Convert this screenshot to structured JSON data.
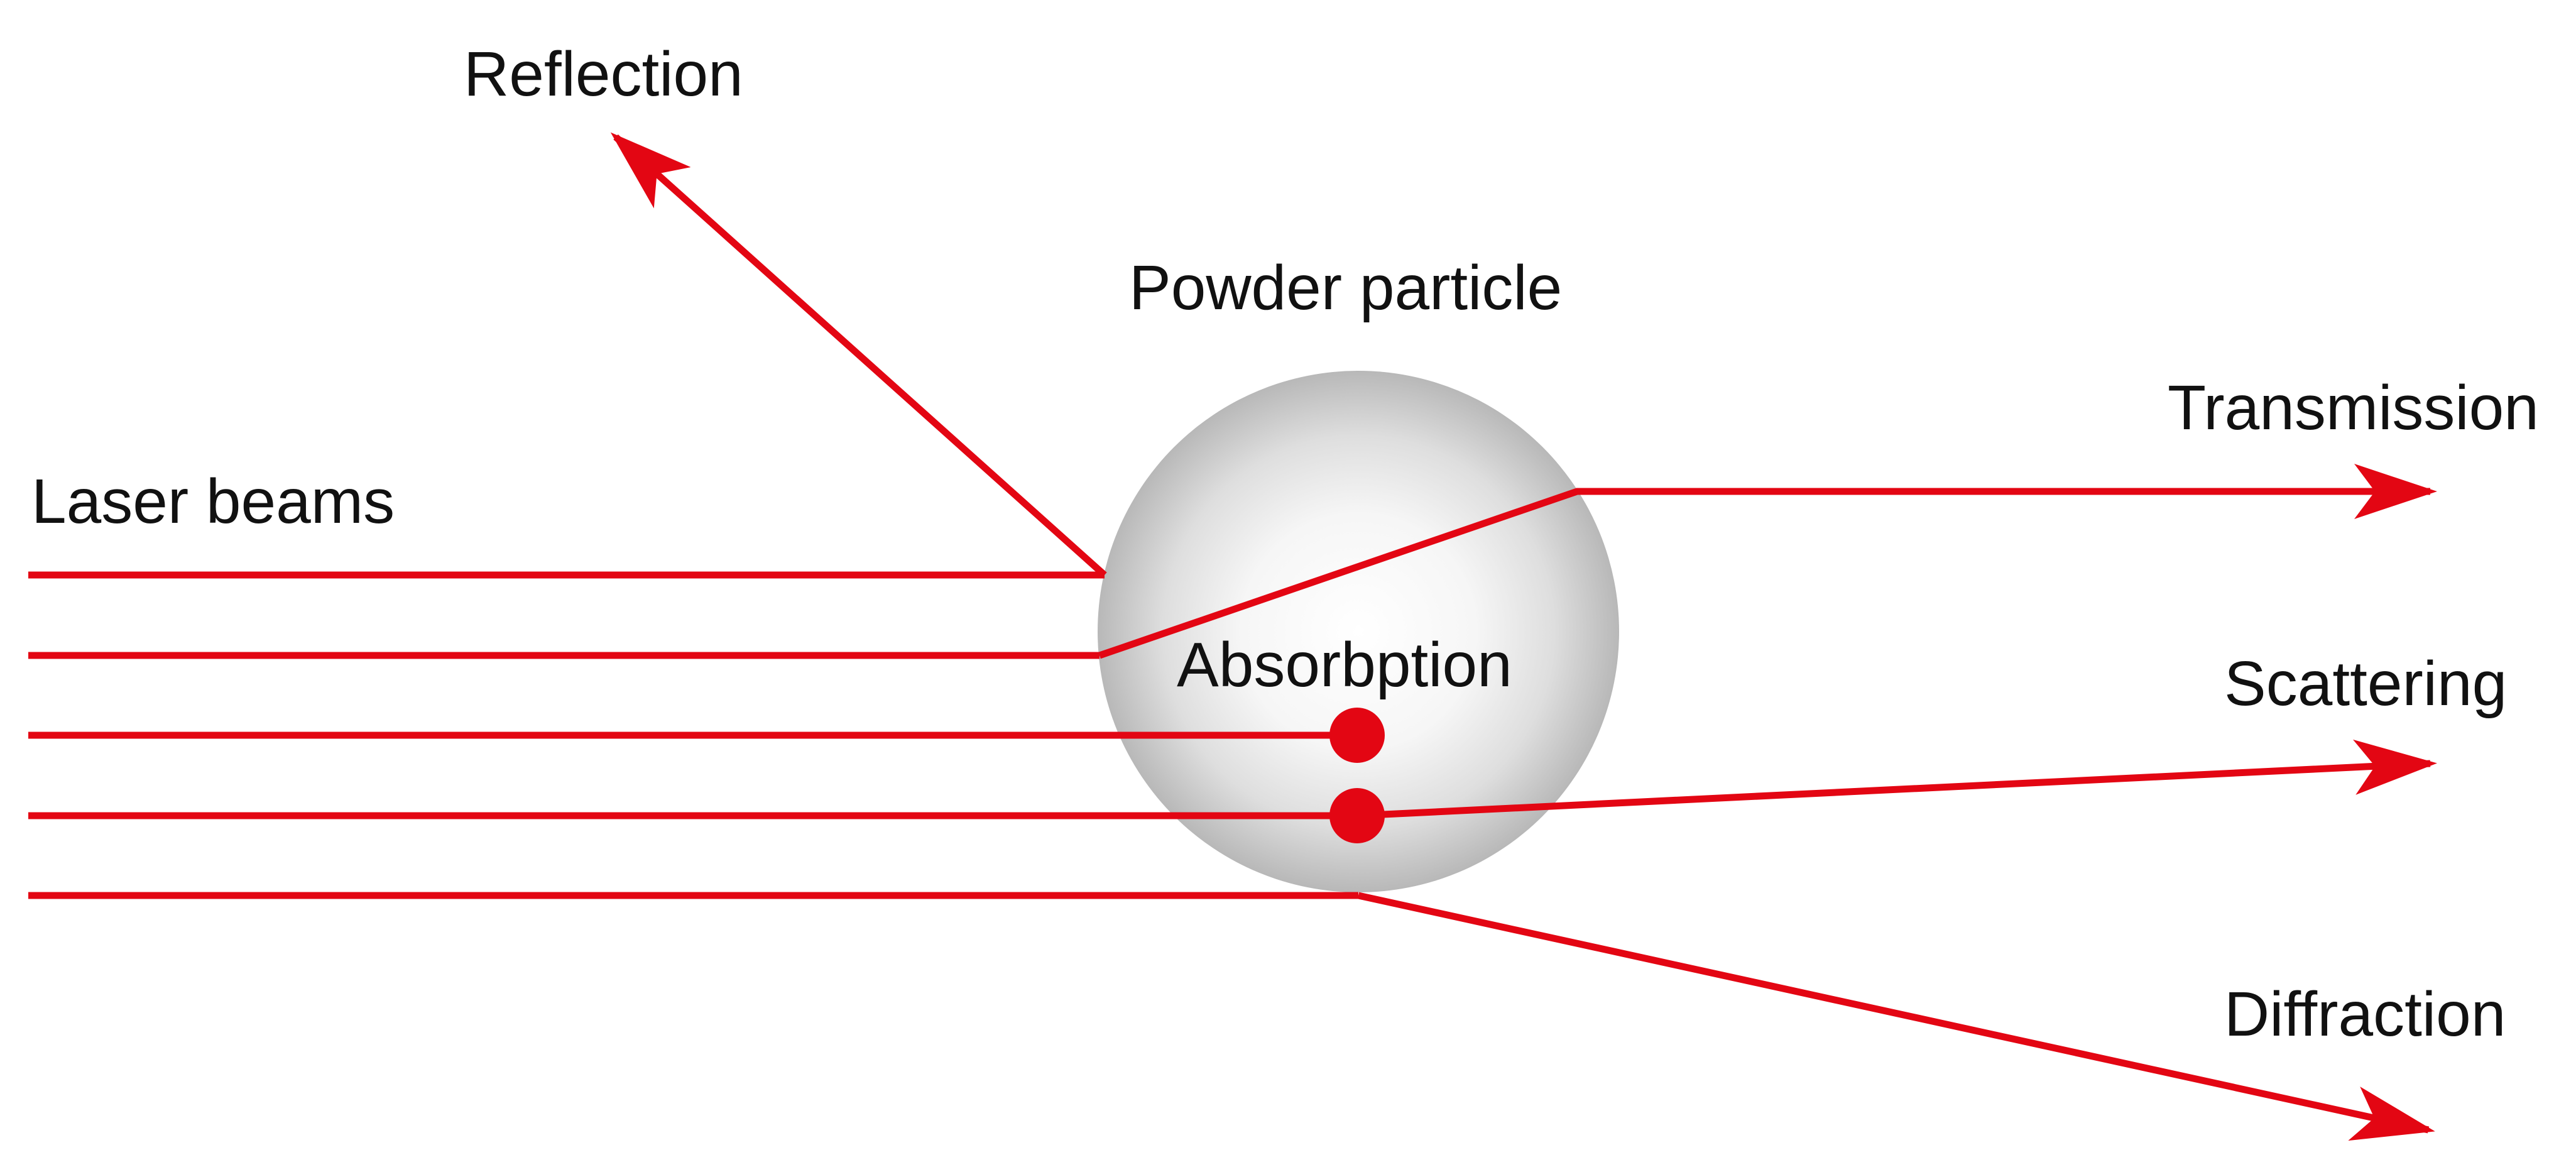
{
  "title": "Powder particle",
  "labels": {
    "laser_beams": "Laser beams",
    "reflection": "Reflection",
    "transmission": "Transmission",
    "absorption": "Absorbption",
    "scattering": "Scattering",
    "diffraction": "Diffraction"
  },
  "colors": {
    "beam": "#e30613",
    "particle_edge": "#b8b8b8",
    "particle_center": "#ffffff",
    "text": "#111111"
  },
  "icons": [
    "red-arrow-icon",
    "absorption-dot-icon"
  ]
}
